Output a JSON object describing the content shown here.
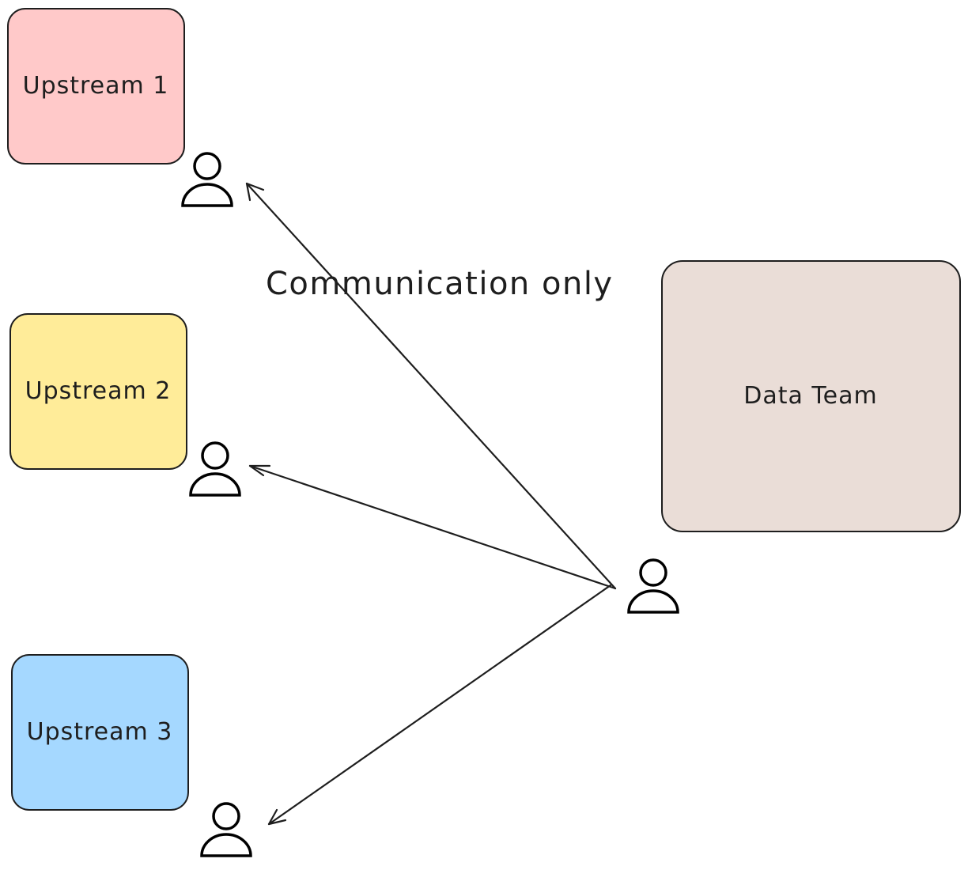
{
  "diagram": {
    "boxes": [
      {
        "id": "upstream-1",
        "label": "Upstream 1",
        "fill": "#ffc9c9"
      },
      {
        "id": "upstream-2",
        "label": "Upstream 2",
        "fill": "#ffec99"
      },
      {
        "id": "upstream-3",
        "label": "Upstream 3",
        "fill": "#a5d8ff"
      },
      {
        "id": "data-team",
        "label": "Data Team",
        "fill": "#eaddd7"
      }
    ],
    "edge_label": "Communication only",
    "icons": [
      "person-icon",
      "arrow-icon"
    ],
    "stroke_color": "#1e1e1e"
  }
}
